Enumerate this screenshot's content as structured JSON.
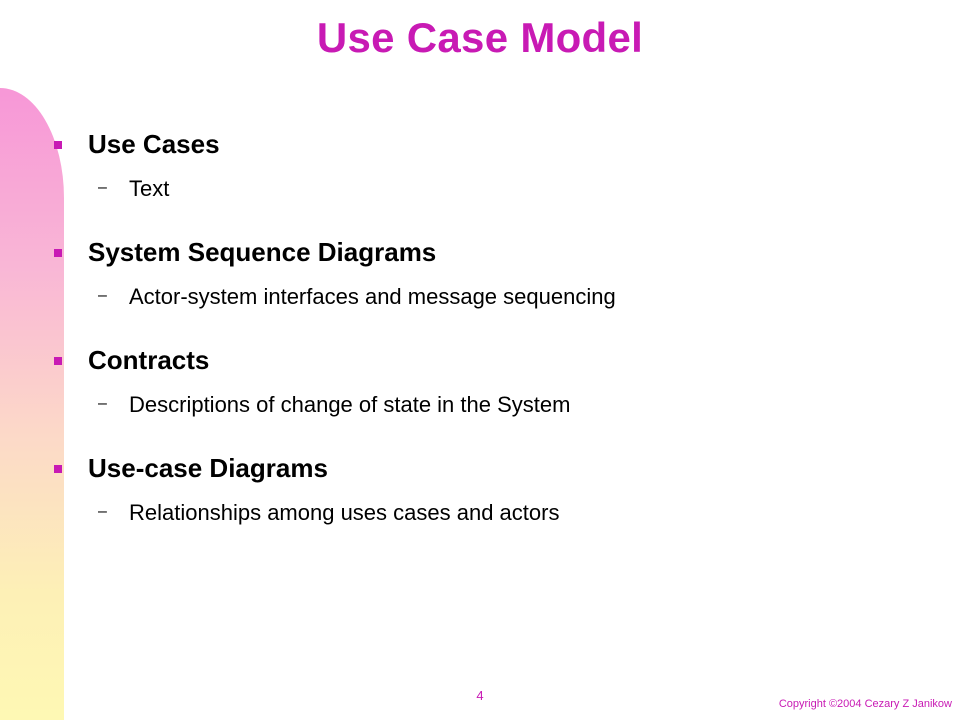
{
  "slide": {
    "title": "Use Case Model",
    "items": [
      {
        "label": "Use Cases",
        "sub": "Text"
      },
      {
        "label": "System Sequence Diagrams",
        "sub": "Actor-system interfaces and message sequencing"
      },
      {
        "label": "Contracts",
        "sub": "Descriptions of change of state in the System"
      },
      {
        "label": "Use-case Diagrams",
        "sub": "Relationships among uses cases and actors"
      }
    ],
    "page_number": "4",
    "copyright": "Copyright ©2004 Cezary Z Janikow",
    "colors": {
      "accent": "#c81ab4",
      "band_top": "#f797d7",
      "band_bottom": "#fef8b4"
    },
    "bullet_symbol": "square-bullet",
    "sub_bullet_symbol": "–"
  }
}
